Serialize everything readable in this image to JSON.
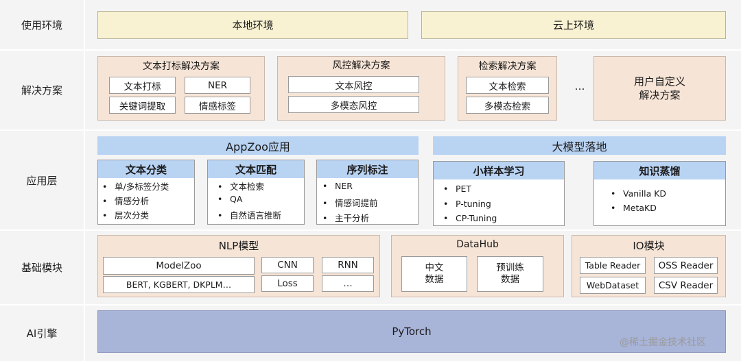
{
  "rows": {
    "env": "使用环境",
    "solution": "解决方案",
    "app": "应用层",
    "base": "基础模块",
    "engine": "AI引擎"
  },
  "env": {
    "local": "本地环境",
    "cloud": "云上环境"
  },
  "solutions": {
    "tagging": {
      "title": "文本打标解决方案",
      "items": [
        "文本打标",
        "NER",
        "关键词提取",
        "情感标签"
      ]
    },
    "risk": {
      "title": "风控解决方案",
      "items": [
        "文本风控",
        "多模态风控"
      ]
    },
    "search": {
      "title": "检索解决方案",
      "items": [
        "文本检索",
        "多模态检索"
      ]
    },
    "ellipsis": "…",
    "custom": {
      "line1": "用户自定义",
      "line2": "解决方案"
    }
  },
  "app": {
    "appzoo": "AppZoo应用",
    "bigmodel": "大模型落地",
    "cards": [
      {
        "title": "文本分类",
        "items": [
          "单/多标签分类",
          "情感分析",
          "层次分类"
        ]
      },
      {
        "title": "文本匹配",
        "items": [
          "文本检索",
          "QA",
          "自然语言推断"
        ]
      },
      {
        "title": "序列标注",
        "items": [
          "NER",
          "情感词提前",
          "主干分析"
        ]
      },
      {
        "title": "小样本学习",
        "items": [
          "PET",
          "P-tuning",
          "CP-Tuning"
        ]
      },
      {
        "title": "知识蒸馏",
        "items": [
          "Vanilla KD",
          "MetaKD"
        ]
      }
    ]
  },
  "base": {
    "nlp": {
      "title": "NLP模型",
      "modelzoo": "ModelZoo",
      "models": "BERT, KGBERT, DKPLM…",
      "cnn": "CNN",
      "rnn": "RNN",
      "loss": "Loss",
      "more": "…"
    },
    "datahub": {
      "title": "DataHub",
      "cn_line1": "中文",
      "cn_line2": "数据",
      "pre_line1": "预训练",
      "pre_line2": "数据"
    },
    "io": {
      "title": "IO模块",
      "items": [
        "Table Reader",
        "OSS Reader",
        "WebDataset",
        "CSV Reader"
      ]
    }
  },
  "engine": {
    "pytorch": "PyTorch"
  },
  "watermark": "@稀土掘金技术社区"
}
